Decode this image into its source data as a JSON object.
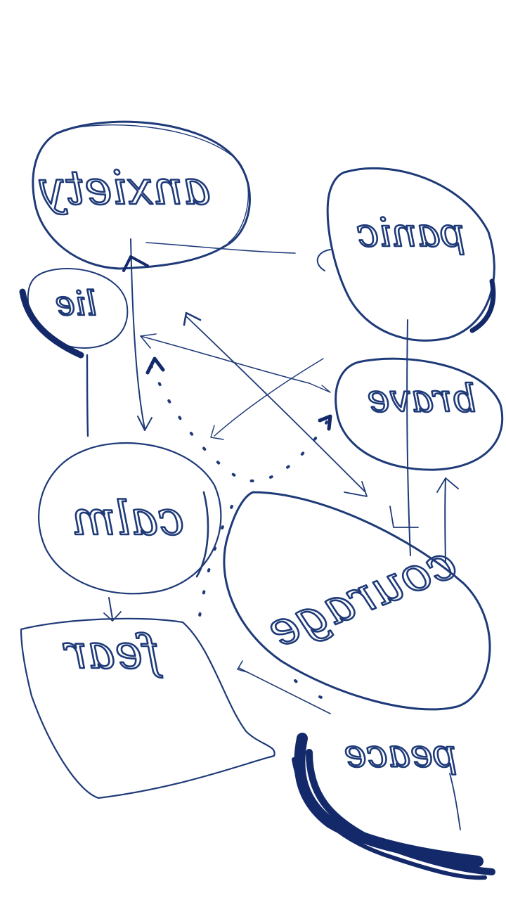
{
  "diagram": {
    "ink_color": "#1e3a78",
    "heavy_ink_color": "#13296a",
    "background_color": "#ffffff",
    "style": "hand-drawn, mirrored handwriting",
    "nodes": {
      "anxiety": {
        "label": "anxiety"
      },
      "panic": {
        "label": "panic"
      },
      "lie": {
        "label": "lie"
      },
      "brave": {
        "label": "brave"
      },
      "calm": {
        "label": "calm"
      },
      "courage": {
        "label": "courage"
      },
      "fear": {
        "label": "fear"
      },
      "peace": {
        "label": "peace"
      }
    }
  }
}
